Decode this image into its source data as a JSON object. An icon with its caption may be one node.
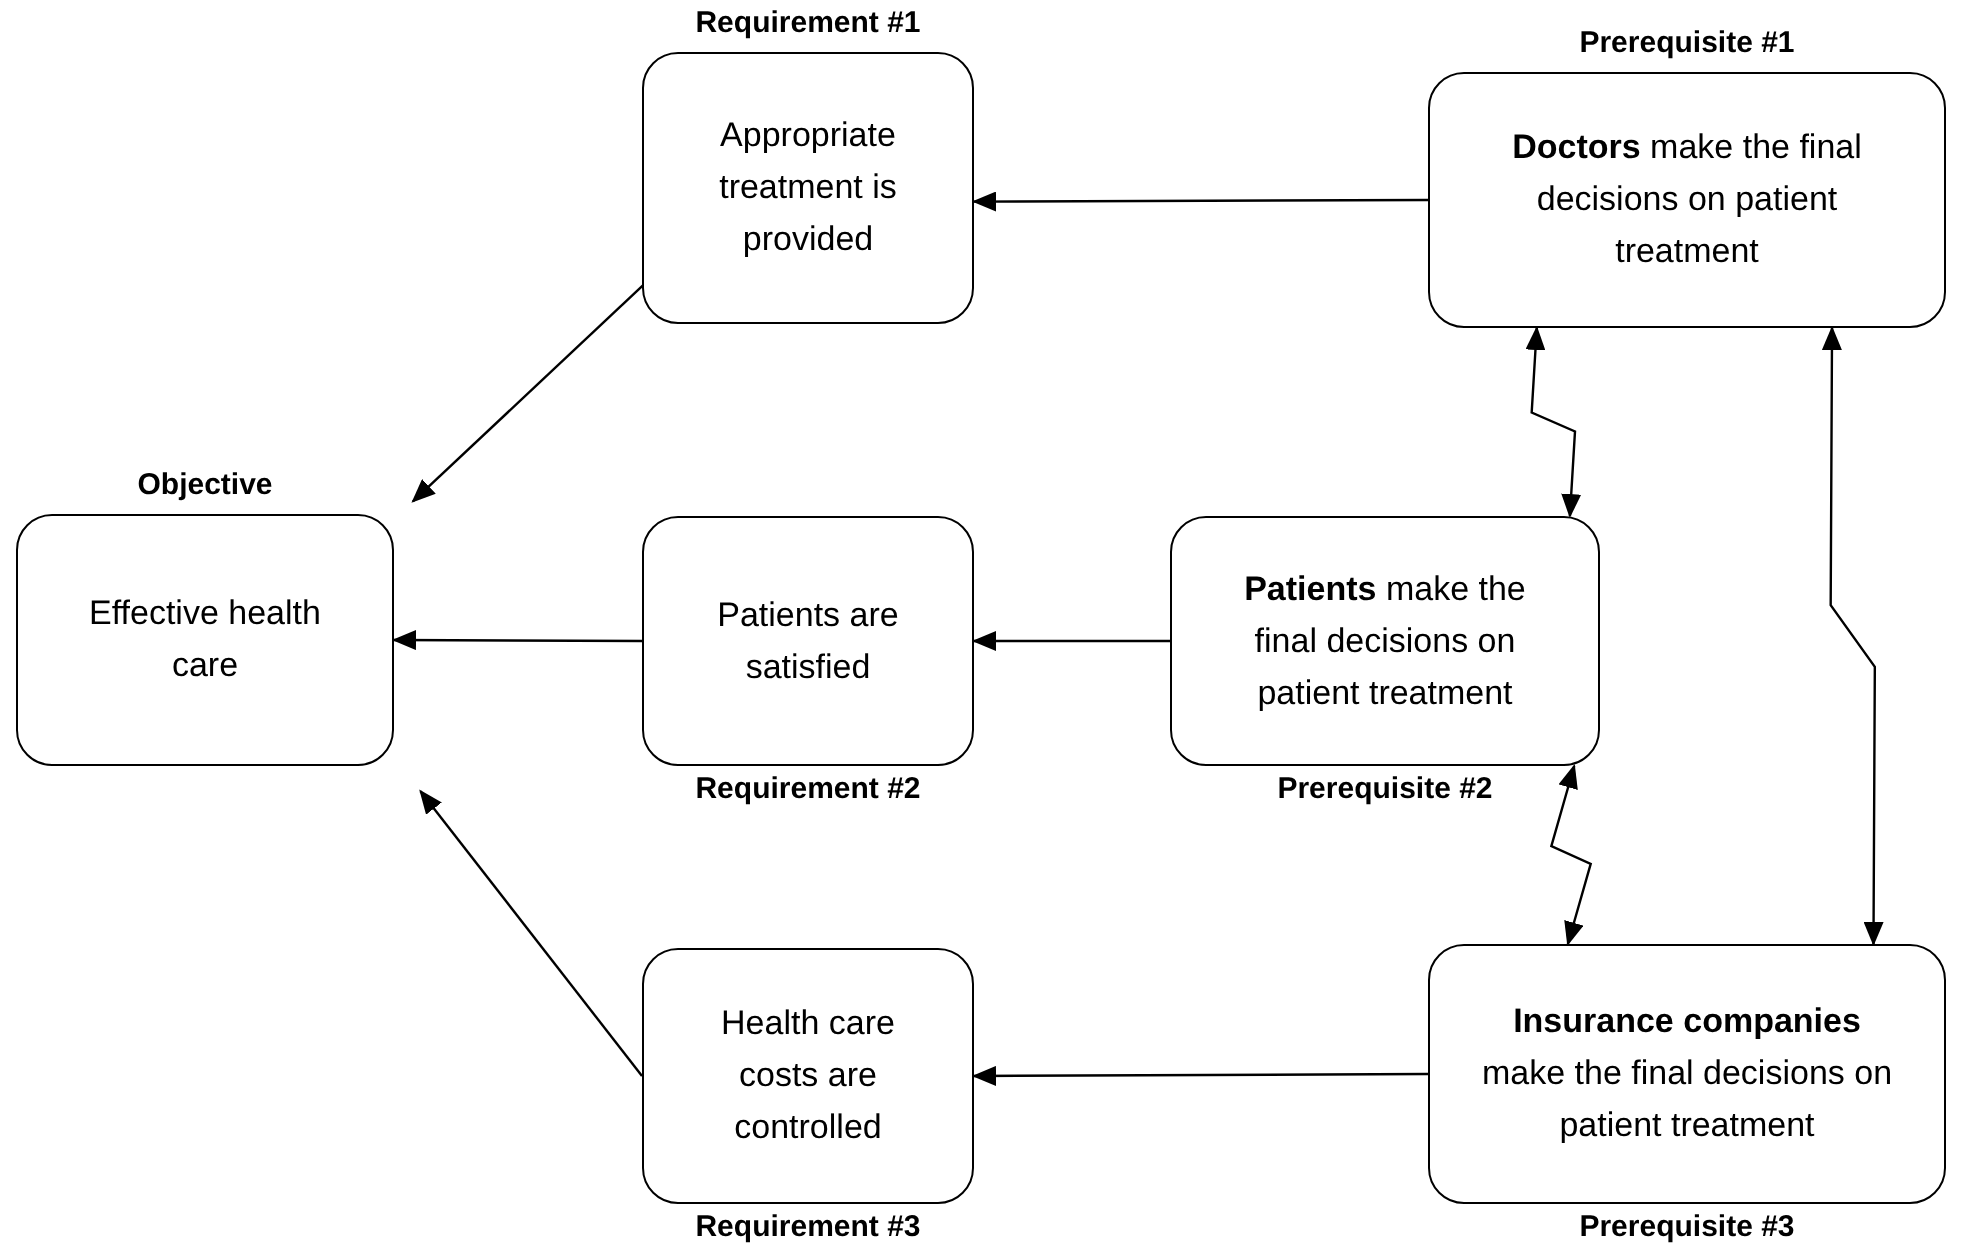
{
  "diagram": {
    "nodes": [
      {
        "text": [
          "Objective",
          "Effective health care"
        ]
      },
      {
        "text": [
          "Requirement #1",
          "Appropriate treatment is provided"
        ]
      },
      {
        "text": [
          "Patients are satisfied",
          "Requirement #2"
        ]
      },
      {
        "text": [
          "Health care costs are controlled",
          "Requirement #3"
        ]
      },
      {
        "text": [
          "Prerequisite #1",
          "**Doctors** make the final decisions on patient treatment"
        ]
      },
      {
        "text": [
          "**Patients** make the final decisions on patient treatment",
          "Prerequisite #2"
        ]
      },
      {
        "text": [
          "**Insurance companies** make the final decisions on patient treatment",
          "Prerequisite #3"
        ]
      }
    ],
    "edges": [
      {
        "from": 1,
        "to": 0,
        "arrow": "to"
      },
      {
        "from": 2,
        "to": 0,
        "arrow": "to"
      },
      {
        "from": 3,
        "to": 0,
        "arrow": "to"
      },
      {
        "from": 4,
        "to": 1,
        "arrow": "to"
      },
      {
        "from": 5,
        "to": 2,
        "arrow": "to"
      },
      {
        "from": 6,
        "to": 3,
        "arrow": "to"
      },
      {
        "from": 4,
        "to": 5,
        "arrow": "both"
      },
      {
        "from": 5,
        "to": 6,
        "arrow": "both"
      },
      {
        "from": 4,
        "to": 6,
        "arrow": "both"
      }
    ]
  }
}
